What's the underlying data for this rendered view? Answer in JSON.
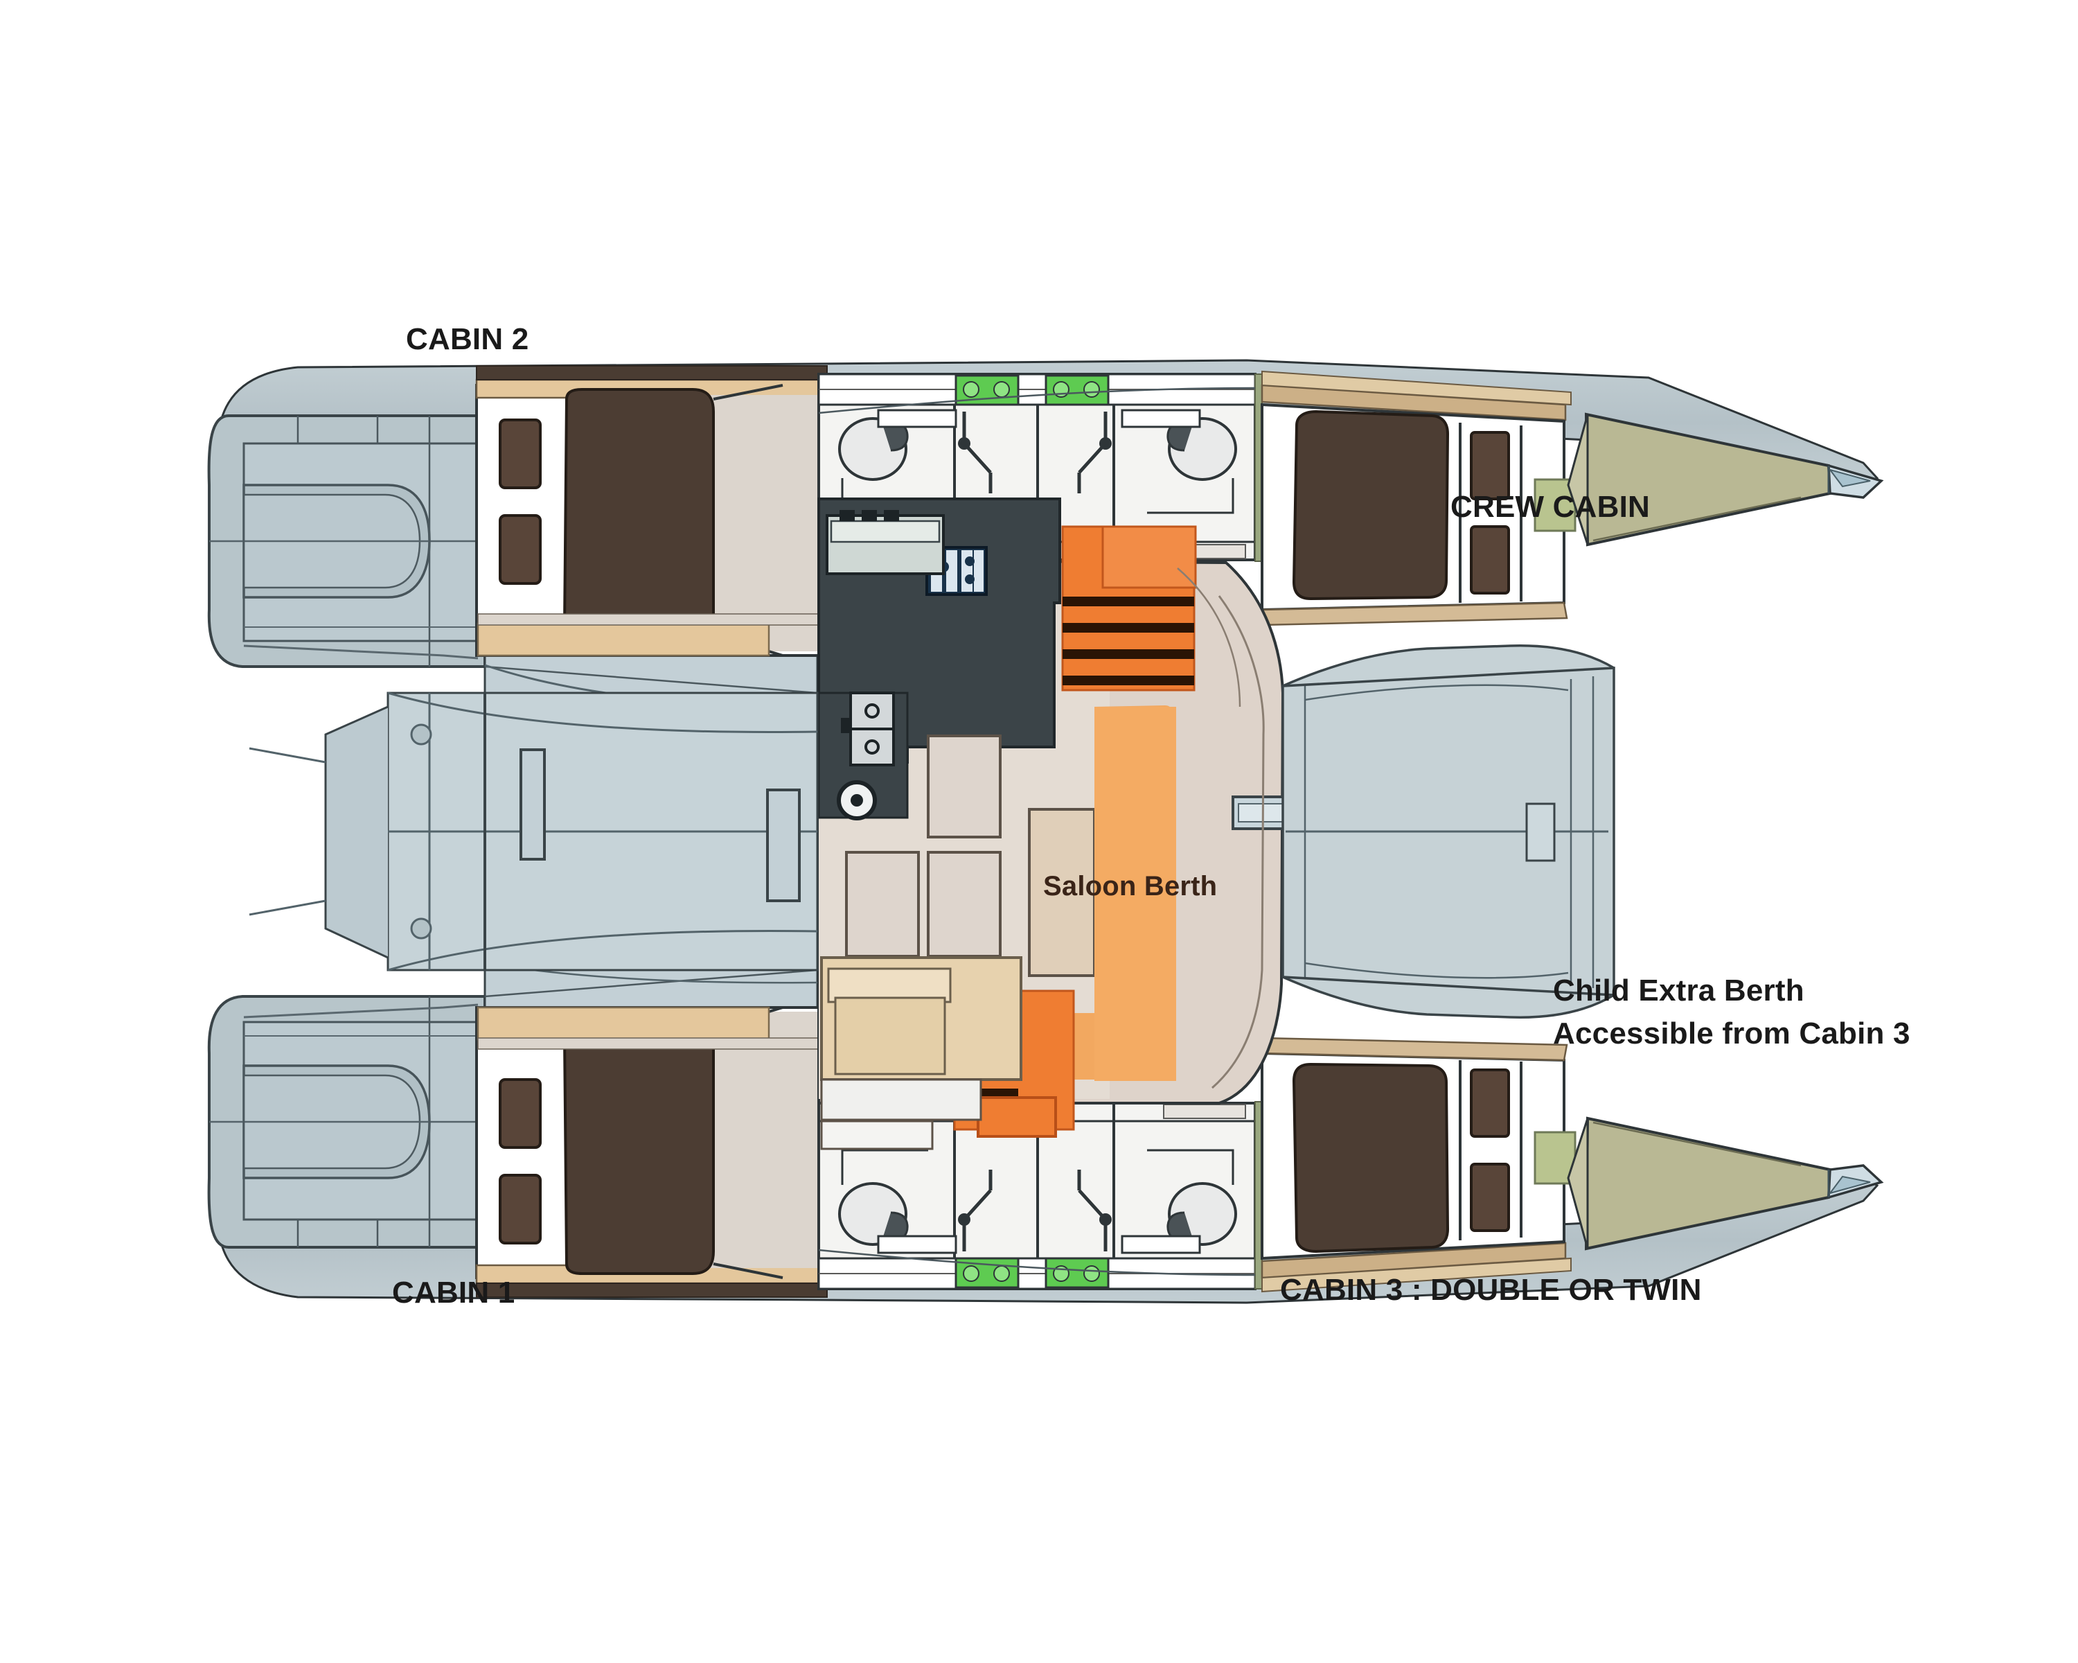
{
  "diagram": {
    "type": "catamaran-deck-plan",
    "title_visible": false,
    "background_color": "#ffffff"
  },
  "labels": {
    "cabin2": "CABIN 2",
    "cabin1": "CABIN 1",
    "cabin3": "CABIN 3 : DOUBLE OR TWIN",
    "crew_cabin": "CREW CABIN",
    "saloon_berth": "Saloon Berth",
    "child_berth_line1": "Child Extra Berth",
    "child_berth_line2": "Accessible from Cabin 3"
  },
  "colors": {
    "hull_grey": "#b3c2c7",
    "hull_grey_light": "#c7d3d7",
    "deck_pale": "#cfdadd",
    "bed_brown": "#4c3d33",
    "berth_brown": "#594539",
    "wood_tan": "#e4c79c",
    "wood_tan_light": "#eedbbd",
    "galley_dark": "#3b4448",
    "orange_stairs": "#ef7d32",
    "orange_berth": "#f2a860",
    "saloon_floor": "#ded3ca",
    "saloon_floor2": "#e7ddd4",
    "olive_bow": "#b9b894",
    "sage_hatch": "#b9c48f",
    "green_hatch": "#5ecb51",
    "white": "#ffffff",
    "outline": "#2e3538",
    "text": "#1a1a1a",
    "saloon_text": "#3a2418"
  },
  "regions": [
    {
      "name": "port-stern-platform",
      "color": "#b3c2c7"
    },
    {
      "name": "starboard-stern-platform",
      "color": "#b3c2c7"
    },
    {
      "name": "cabin-2-bed",
      "color": "#4c3d33"
    },
    {
      "name": "cabin-1-bed",
      "color": "#4c3d33"
    },
    {
      "name": "cabin-3-bed",
      "color": "#4c3d33"
    },
    {
      "name": "crew-cabin-bed",
      "color": "#4c3d33"
    },
    {
      "name": "galley-counter",
      "color": "#3b4448"
    },
    {
      "name": "saloon-berth",
      "color": "#f2a860"
    },
    {
      "name": "companionway-stairs",
      "color": "#ef7d32"
    },
    {
      "name": "forepeak-starboard",
      "color": "#b9b894"
    },
    {
      "name": "forepeak-port",
      "color": "#b9b894"
    },
    {
      "name": "head-forward-port",
      "color": "#f2f2f0"
    },
    {
      "name": "head-forward-starboard",
      "color": "#f2f2f0"
    },
    {
      "name": "head-aft-port",
      "color": "#f2f2f0"
    },
    {
      "name": "head-aft-starboard",
      "color": "#f2f2f0"
    }
  ],
  "fixtures": {
    "toilets": 4,
    "sinks_head": 4,
    "green_hatches": 4,
    "stove_burners": 4,
    "galley_sinks": 2,
    "saloon_table_panels": 4
  }
}
